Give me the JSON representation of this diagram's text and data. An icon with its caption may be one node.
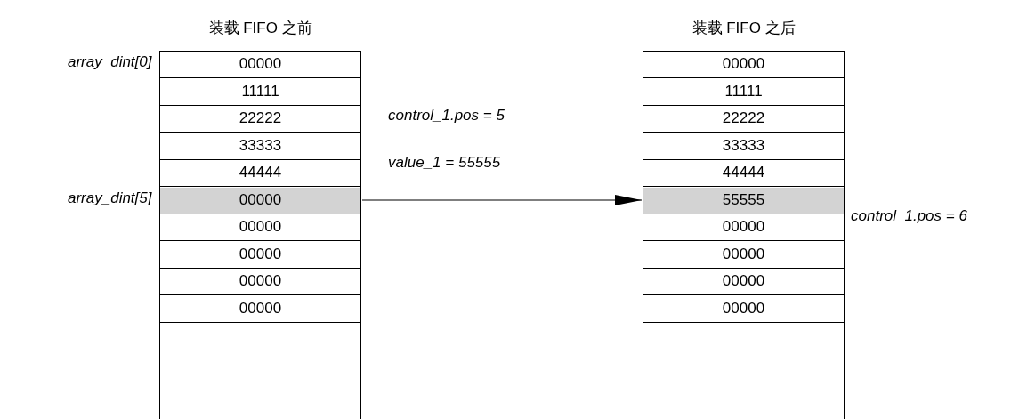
{
  "diagram": {
    "nodes": [
      {
        "text": [
          "装载 FIFO 之前"
        ]
      },
      {
        "text": [
          "00000"
        ],
        "in": 0,
        "beside": [
          "array_dint[0]"
        ]
      },
      {
        "text": [
          "11111"
        ],
        "in": 0
      },
      {
        "text": [
          "22222"
        ],
        "in": 0
      },
      {
        "text": [
          "33333"
        ],
        "in": 0
      },
      {
        "text": [
          "44444"
        ],
        "in": 0
      },
      {
        "text": [
          "00000"
        ],
        "in": 0,
        "beside": [
          "array_dint[5]"
        ]
      },
      {
        "text": [
          "00000"
        ],
        "in": 0
      },
      {
        "text": [
          "00000"
        ],
        "in": 0
      },
      {
        "text": [
          "00000"
        ],
        "in": 0
      },
      {
        "text": [
          "00000"
        ],
        "in": 0
      },
      {
        "text": [
          "装载 FIFO 之后"
        ]
      },
      {
        "text": [
          "00000"
        ],
        "in": 11
      },
      {
        "text": [
          "11111"
        ],
        "in": 11
      },
      {
        "text": [
          "22222"
        ],
        "in": 11
      },
      {
        "text": [
          "33333"
        ],
        "in": 11
      },
      {
        "text": [
          "44444"
        ],
        "in": 11
      },
      {
        "text": [
          "55555"
        ],
        "in": 11
      },
      {
        "text": [
          "00000"
        ],
        "in": 11,
        "beside": [
          "control_1.pos = 6"
        ]
      },
      {
        "text": [
          "00000"
        ],
        "in": 11
      },
      {
        "text": [
          "00000"
        ],
        "in": 11
      },
      {
        "text": [
          "00000"
        ],
        "in": 11
      }
    ],
    "edges": [
      {
        "from": 0,
        "to": 11,
        "arrow": "to"
      }
    ],
    "labels": [
      "control_1.pos = 5",
      "value_1 = 55555"
    ]
  }
}
